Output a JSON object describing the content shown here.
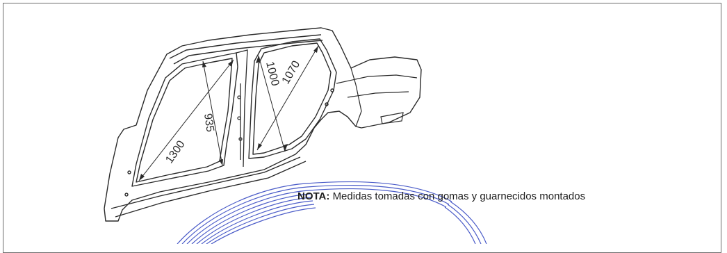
{
  "diagram": {
    "note_label": "NOTA:",
    "note_text": "Medidas tomadas con gomas y guarnecidos montados",
    "dimensions": {
      "front_door_diagonal": "1300",
      "front_door_height": "935",
      "rear_door_height": "1000",
      "rear_door_diagonal": "1070"
    },
    "colors": {
      "line": "#2a2a2a",
      "frame": "#6a6a6a",
      "watermark": "#2b3fbf"
    }
  }
}
